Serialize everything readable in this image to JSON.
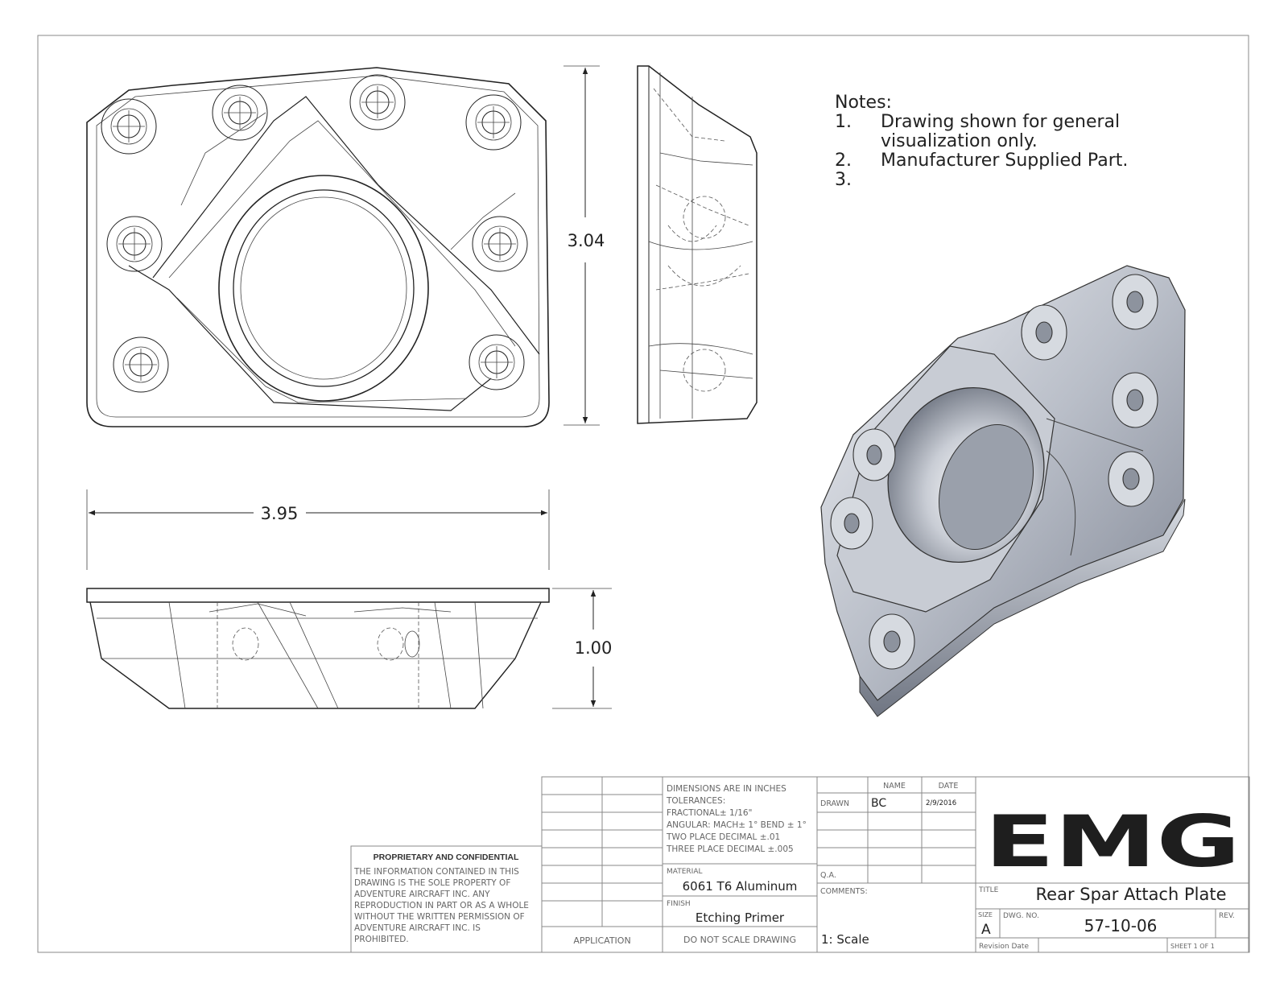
{
  "dimensions": {
    "width": "3.95",
    "height": "3.04",
    "depth": "1.00"
  },
  "notes": {
    "title": "Notes:",
    "items": [
      {
        "num": "1.",
        "lines": [
          "Drawing shown for general",
          "visualization only."
        ]
      },
      {
        "num": "2.",
        "lines": [
          "Manufacturer Supplied Part."
        ]
      },
      {
        "num": "3.",
        "lines": [
          ""
        ]
      }
    ]
  },
  "title_block": {
    "proprietary_title": "PROPRIETARY AND CONFIDENTIAL",
    "proprietary_lines": [
      "THE INFORMATION CONTAINED IN THIS",
      "DRAWING IS THE SOLE PROPERTY OF",
      "ADVENTURE AIRCRAFT INC.  ANY",
      "REPRODUCTION IN PART OR AS A WHOLE",
      "WITHOUT THE WRITTEN PERMISSION OF",
      "ADVENTURE AIRCRAFT INC. IS",
      "PROHIBITED."
    ],
    "application": "APPLICATION",
    "tolerance_lines": [
      "DIMENSIONS ARE IN INCHES",
      "TOLERANCES:",
      "FRACTIONAL± 1/16\"",
      "ANGULAR: MACH± 1° BEND ± 1°",
      "TWO PLACE DECIMAL    ±.01",
      "THREE PLACE DECIMAL  ±.005"
    ],
    "material_label": "MATERIAL",
    "material": "6061 T6 Aluminum",
    "finish_label": "FINISH",
    "finish": "Etching Primer",
    "do_not_scale": "DO NOT SCALE DRAWING",
    "name_header": "NAME",
    "date_header": "DATE",
    "drawn_label": "DRAWN",
    "drawn_name": "BC",
    "drawn_date": "2/9/2016",
    "qa_label": "Q.A.",
    "comments_label": "COMMENTS:",
    "scale": "1: Scale",
    "logo": "EMG",
    "title_label": "TITLE",
    "title": "Rear Spar Attach Plate",
    "size_label": "SIZE",
    "size": "A",
    "dwg_no_label": "DWG.  NO.",
    "dwg_no": "57-10-06",
    "rev_label": "REV.",
    "revision_date_label": "Revision Date",
    "sheet": "SHEET 1 OF 1"
  }
}
